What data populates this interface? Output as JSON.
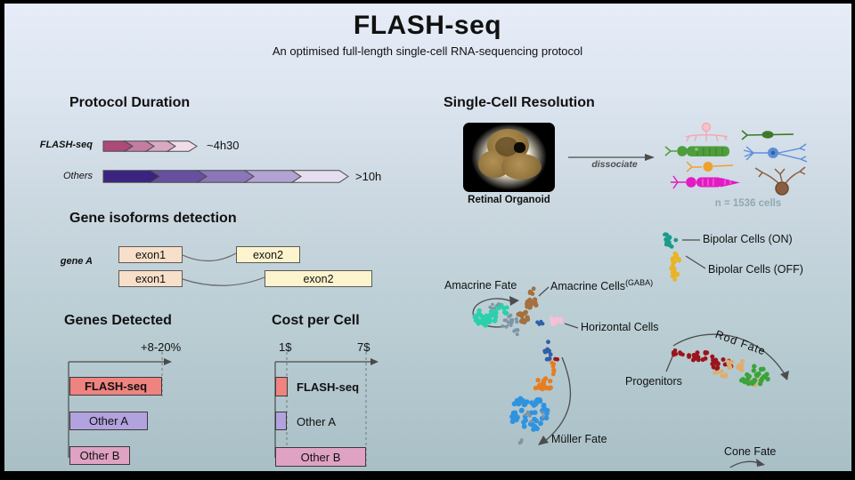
{
  "title": "FLASH-seq",
  "subtitle": "An optimised full-length single-cell RNA-sequencing protocol",
  "protocol_duration": {
    "heading": "Protocol Duration",
    "rows": [
      {
        "label": "FLASH-seq",
        "duration": "~4h30",
        "segment_colors": [
          "#ad4a78",
          "#c57ca3",
          "#d9a9c4",
          "#f0dde9"
        ]
      },
      {
        "label": "Others",
        "duration": ">10h",
        "segment_colors": [
          "#3a2480",
          "#67509f",
          "#8b76b8",
          "#b2a3d2",
          "#e4def0"
        ]
      }
    ]
  },
  "gene_isoforms": {
    "heading": "Gene isoforms detection",
    "gene_label": "gene A",
    "exon1_label": "exon1",
    "exon2_label": "exon2",
    "exon1_color": "#f7dfc9",
    "exon2_color": "#fdf3cd"
  },
  "genes_detected": {
    "heading": "Genes Detected",
    "annotation": "+8-20%",
    "bars": [
      {
        "label": "FLASH-seq",
        "color": "#ef8380"
      },
      {
        "label": "Other A",
        "color": "#b2a2de"
      },
      {
        "label": "Other B",
        "color": "#dfa2c3"
      }
    ]
  },
  "cost_per_cell": {
    "heading": "Cost per Cell",
    "tick_low": "1$",
    "tick_high": "7$",
    "bars": [
      {
        "label": "FLASH-seq",
        "color": "#ef8380"
      },
      {
        "label": "Other A",
        "color": "#b2a2de"
      },
      {
        "label": "Other B",
        "color": "#dfa2c3"
      }
    ]
  },
  "single_cell": {
    "heading": "Single-Cell Resolution",
    "organoid_label": "Retinal Organoid",
    "dissociate_label": "dissociate",
    "cell_count": "n = 1536 cells",
    "labels": {
      "bipolar_on": "Bipolar Cells (ON)",
      "bipolar_off": "Bipolar Cells (OFF)",
      "amacrine_fate": "Amacrine Fate",
      "amacrine_cells": "Amacrine Cells",
      "amacrine_cells_sup": "(GABA)",
      "horizontal_cells": "Horizontal Cells",
      "rod_fate": "Rod Fate",
      "progenitors": "Progenitors",
      "muller_fate": "Müller Fate",
      "cone_fate": "Cone Fate"
    },
    "cluster_colors": {
      "bipolar_on": "#1a9c8c",
      "bipolar_off": "#e8b427",
      "amacrine": "#2bd0ac",
      "amacrine_gray": "#7e96a4",
      "amacrine_gaba": "#a4703f",
      "horizontal": "#f6c0d6",
      "transition_blue": "#2f5fa8",
      "muller_orange": "#e87d1f",
      "muller_blue": "#2f93e0",
      "progenitors": "#9b141c",
      "rod_tan": "#dcae6e",
      "rod_green": "#3aa43a",
      "cone": "#f0549e"
    }
  }
}
